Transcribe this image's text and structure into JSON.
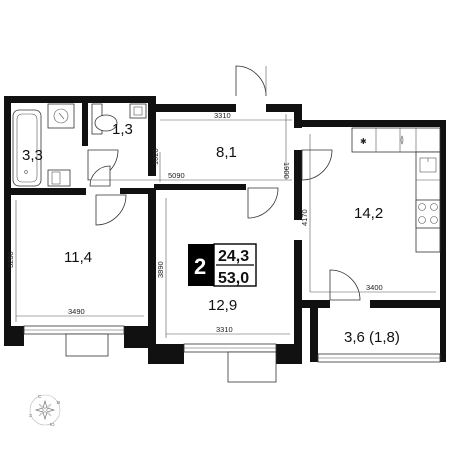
{
  "summary": {
    "rooms_count": "2",
    "living_area": "24,3",
    "total_area": "53,0"
  },
  "rooms": {
    "bathroom": {
      "area": "3,3"
    },
    "toilet": {
      "area": "1,3"
    },
    "hall": {
      "area": "8,1"
    },
    "kitchen": {
      "area": "14,2"
    },
    "bedroom_left": {
      "area": "11,4"
    },
    "bedroom_center": {
      "area": "12,9"
    },
    "loggia": {
      "area": "3,6 (1,8)"
    }
  },
  "dimensions": {
    "hall_width": "3310",
    "hall_height": "1900",
    "corridor_length": "5090",
    "corridor_height": "1020",
    "bedroom_left_height": "3280",
    "bedroom_left_width": "3490",
    "bedroom_center_height": "3890",
    "bedroom_center_width": "3310",
    "kitchen_height": "4170",
    "kitchen_width": "3400"
  },
  "compass": {
    "letters": [
      "С",
      "В",
      "Ю",
      "З"
    ]
  },
  "icons": {
    "stove": "stove-icon",
    "compass": "compass-rose-icon"
  },
  "colors": {
    "wall": "#111111",
    "summary_badge": "#000000",
    "background": "#ffffff"
  }
}
